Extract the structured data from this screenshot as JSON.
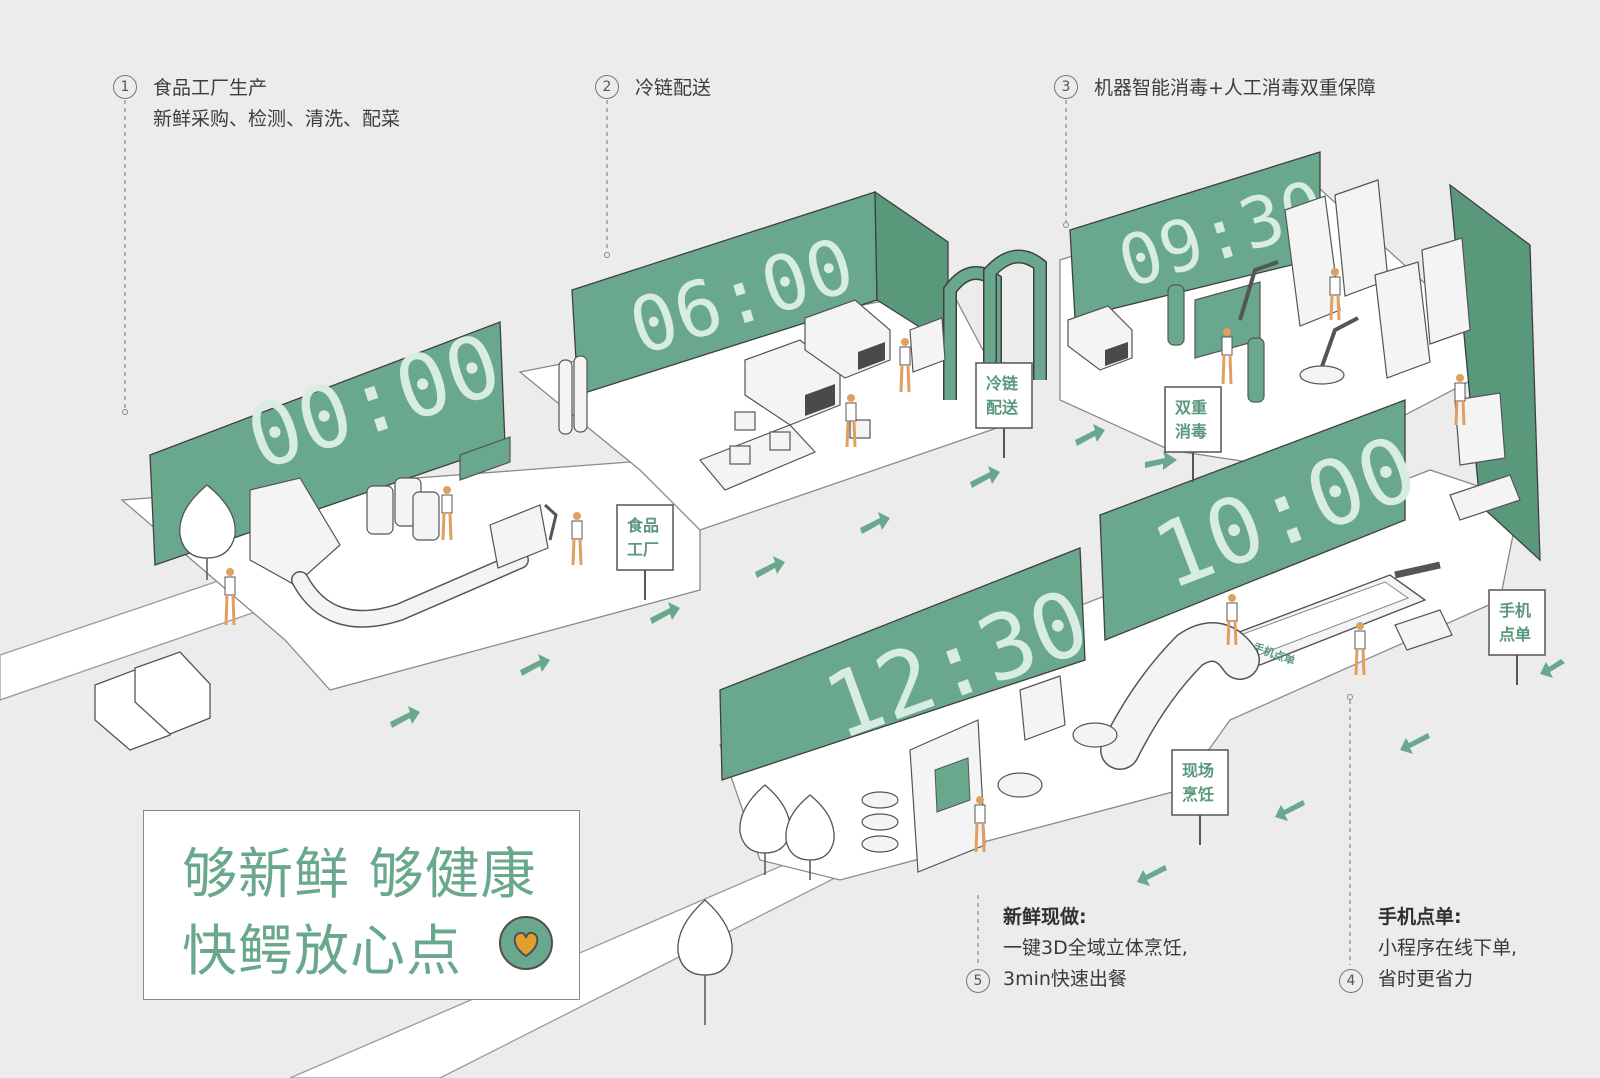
{
  "callouts": [
    {
      "num": "1",
      "line1": "食品工厂生产",
      "line2": "新鲜采购、检测、清洗、配菜"
    },
    {
      "num": "2",
      "line1": "冷链配送"
    },
    {
      "num": "3",
      "line1": "机器智能消毒+人工消毒双重保障"
    }
  ],
  "clocks": [
    "00:00",
    "06:00",
    "09:30",
    "10:00",
    "12:30"
  ],
  "signs": {
    "factory": [
      "食品",
      "工厂"
    ],
    "coldchain": [
      "冷链",
      "配送"
    ],
    "disinfect": [
      "双重",
      "消毒"
    ],
    "phone_order": [
      "手机",
      "点单"
    ],
    "cooking": [
      "现场",
      "烹饪"
    ]
  },
  "phone_screen_text": "手机点单",
  "notes": [
    {
      "num": "5",
      "title": "新鲜现做:",
      "line1": "一键3D全域立体烹饪,",
      "line2": "3min快速出餐"
    },
    {
      "num": "4",
      "title": "手机点单:",
      "line1": "小程序在线下单,",
      "line2": "省时更省力"
    }
  ],
  "slogan": {
    "line1": "够新鲜 够健康",
    "line2": "快鳄放心点"
  },
  "colors": {
    "green": "#6aa88d",
    "dark_green": "#5a987c",
    "digit": "#d7ece2",
    "accent": "#e0a060",
    "background": "#ececec"
  },
  "icons": [
    "heart-icon",
    "arrow-icon",
    "tree-icon",
    "truck-icon",
    "robot-arm-icon"
  ]
}
